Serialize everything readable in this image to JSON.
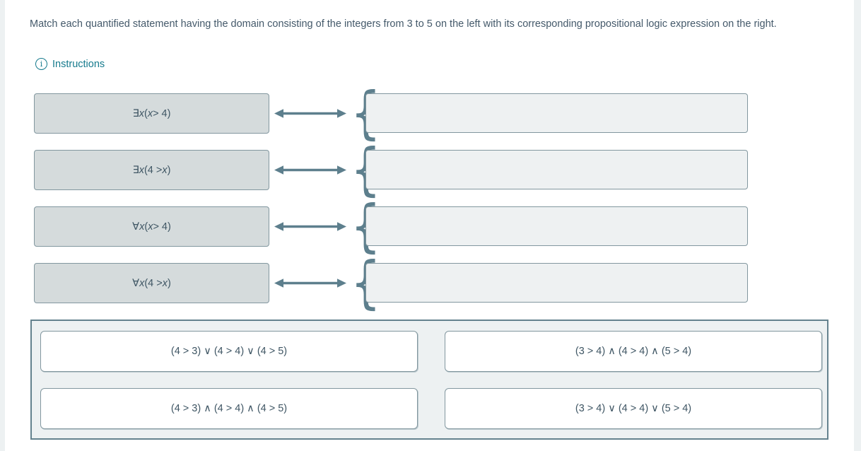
{
  "page": {
    "prompt": "Match each quantified statement having the domain consisting of the integers from 3 to 5 on the left with its corresponding propositional logic expression on the right.",
    "instructions_label": "Instructions",
    "info_icon_glyph": "i"
  },
  "colors": {
    "link_teal": "#157a8d",
    "arrow_slate": "#5d7f8d",
    "card_fill": "#d5dbdc",
    "zone_fill": "#eef1f2",
    "border_gray": "#82979f",
    "text_slate": "#3f5664"
  },
  "matching": {
    "pairs": [
      {
        "statement": "∃x (x > 4)",
        "dropped": ""
      },
      {
        "statement": "∃x (4 > x)",
        "dropped": ""
      },
      {
        "statement": "∀x (x > 4)",
        "dropped": ""
      },
      {
        "statement": "∀x (4 > x)",
        "dropped": ""
      }
    ]
  },
  "tray": {
    "options": [
      "(4 > 3) ∨ (4 > 4) ∨ (4 > 5)",
      "(3 > 4) ∧ (4 > 4) ∧ (5 > 4)",
      "(4 > 3) ∧ (4 > 4) ∧ (4 > 5)",
      "(3 > 4) ∨ (4 > 4) ∨ (5 > 4)"
    ]
  }
}
